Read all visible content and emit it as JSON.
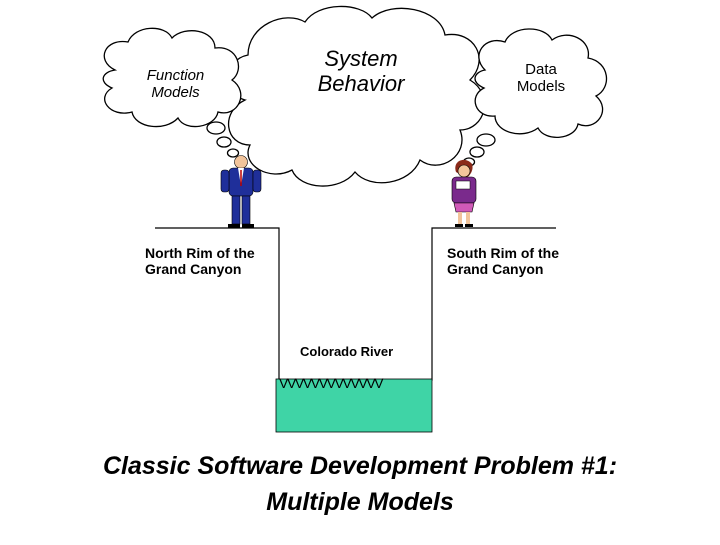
{
  "clouds": {
    "function_models": "Function Models",
    "function_models_line1": "Function",
    "function_models_line2": "Models",
    "system_behavior_line1": "System",
    "system_behavior_line2": "Behavior",
    "data_models_line1": "Data",
    "data_models_line2": "Models"
  },
  "labels": {
    "north_rim_line1": "North Rim of the",
    "north_rim_line2": "Grand Canyon",
    "south_rim_line1": "South Rim of the",
    "south_rim_line2": "Grand Canyon",
    "river": "Colorado River",
    "water_waves": "VVVVVVVVVVVVV"
  },
  "title": {
    "line1": "Classic Software Development Problem #1:",
    "line2": "Multiple Models"
  },
  "colors": {
    "water": "#3fd4a6",
    "man_suit": "#1f2f9a",
    "woman_jacket": "#7a2a8c",
    "woman_skirt": "#d05ab8",
    "skin": "#f2c49b"
  }
}
